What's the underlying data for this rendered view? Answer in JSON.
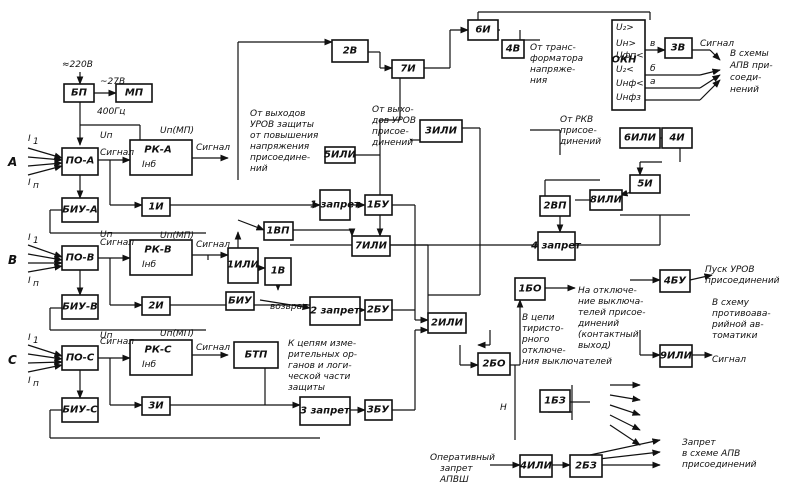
{
  "supply": {
    "mains": "≈220В",
    "p27": "~27В",
    "p400": "400Гц"
  },
  "phases": {
    "a": "А",
    "b": "В",
    "c": "С"
  },
  "currents": {
    "i1": "I",
    "i1s": "1",
    "in": "I",
    "ins": "п"
  },
  "blocks": {
    "bp": "БП",
    "mp": "МП",
    "poa": "ПО-А",
    "pob": "ПО-В",
    "poc": "ПО-С",
    "biua": "БИУ-А",
    "biub": "БИУ-В",
    "biuc": "БИУ-С",
    "rka": "РК-А",
    "rkb": "РК-В",
    "rkc": "РК-С",
    "i1": "1И",
    "i2": "2И",
    "i3": "3И",
    "ili1": "1ИЛИ",
    "biu": "БИУ",
    "b1": "1В",
    "btp": "БТП",
    "bp1": "1ВП",
    "zap1": "1 запрет",
    "zap2": "2 запрет",
    "zap3": "3 запрет",
    "bu1": "1БУ",
    "bu2": "2БУ",
    "bu3": "3БУ",
    "ili7": "7ИЛИ",
    "ili2": "2ИЛИ",
    "v2": "2В",
    "i7": "7И",
    "ili5": "5ИЛИ",
    "ili3": "3ИЛИ",
    "i6": "6И",
    "v4": "4В",
    "okn": "ОКН",
    "v3": "3В",
    "ili6": "6ИЛИ",
    "i4": "4И",
    "i5": "5И",
    "bp2": "2ВП",
    "ili8": "8ИЛИ",
    "zap4": "4 запрет",
    "bo1": "1БО",
    "bo2": "2БО",
    "bz1": "1БЗ",
    "bz2": "2БЗ",
    "ili4": "4ИЛИ",
    "bu4": "4БУ",
    "ili9": "9ИЛИ"
  },
  "okn_outputs": [
    "U₂>",
    "Uн>",
    "Uфп<",
    "U₂<",
    "Uнф<",
    "Uнфз"
  ],
  "okn_letters": [
    "в",
    "б",
    "а"
  ],
  "signals": {
    "signal": "Сигнал",
    "up": "Uп",
    "up_mp": "Uп(МП)",
    "ind": "Iнб",
    "vozvrat": "возврат",
    "n": "Н"
  },
  "texts": {
    "urov_protect": [
      "От выходов",
      "УРОВ защиты",
      "от повышения",
      "напряжения",
      "присоедине-",
      "ний"
    ],
    "urov_conn": [
      "От выхо-",
      "дов УРОВ",
      "присое-",
      "динений"
    ],
    "transformer": [
      "От транс-",
      "форматора",
      "напряже-",
      "ния"
    ],
    "rkv": [
      "От РКВ",
      "присое-",
      "динений"
    ],
    "apv": [
      "В схемы",
      "АПВ при-",
      "соеди-",
      "нений"
    ],
    "urov_start": [
      "Пуск УРОВ",
      "присоединений"
    ],
    "counter": [
      "В схему",
      "противоава-",
      "рийной ав-",
      "томатики"
    ],
    "counter_signal": "Сигнал",
    "off_switches": [
      "На отключе-",
      "ние выключа-",
      "телей присое-",
      "динений",
      "(контактный",
      "выход)"
    ],
    "thyristor": [
      "В цепи",
      "тиристо-",
      "рного",
      "отключе-",
      "ния выключателей"
    ],
    "measure": [
      "К цепям изме-",
      "рительных ор-",
      "ганов и логи-",
      "ческой части",
      "защиты"
    ],
    "apv_ban": [
      "Запрет",
      "в схеме АПВ",
      "присоединений"
    ],
    "op_ban": [
      "Оперативный",
      "запрет",
      "АПВШ"
    ]
  }
}
